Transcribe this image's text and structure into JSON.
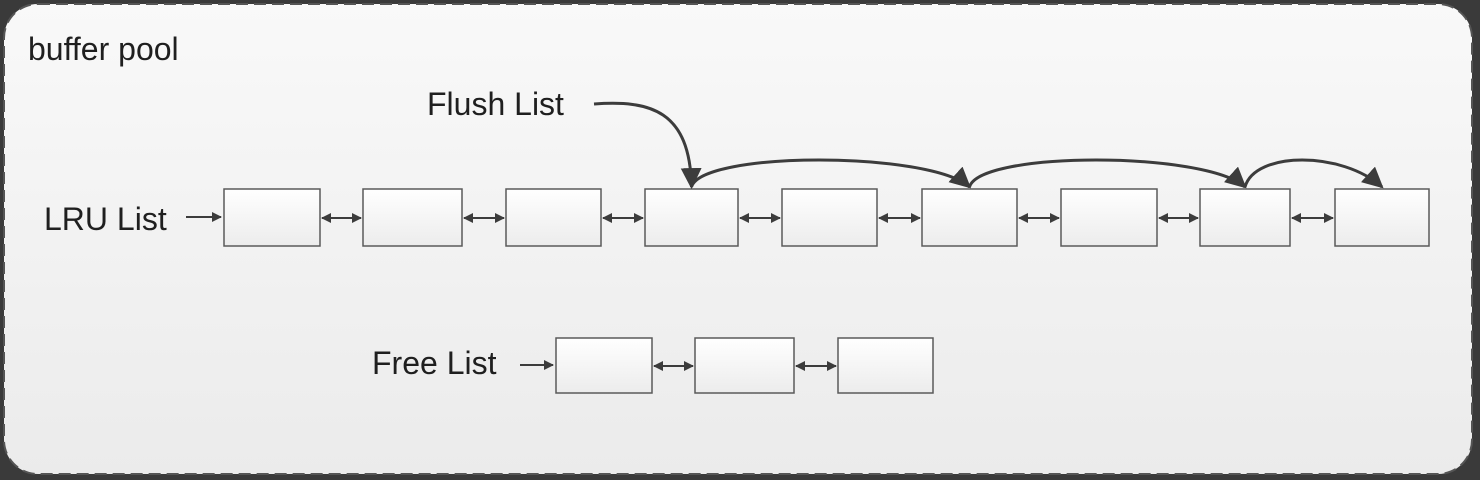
{
  "title": "buffer pool",
  "labels": {
    "flush": "Flush List",
    "lru": "LRU List",
    "free": "Free List"
  },
  "lists": {
    "lru_node_count": 9,
    "free_node_count": 3,
    "flush_node_sequence": [
      4,
      6,
      8,
      9
    ]
  },
  "colors": {
    "background": "#3a3a3a",
    "panel": "#f4f4f4",
    "border": "#555555",
    "arrow": "#3c3c3c",
    "node_fill_top": "#ffffff",
    "node_fill_bottom": "#ececec"
  }
}
